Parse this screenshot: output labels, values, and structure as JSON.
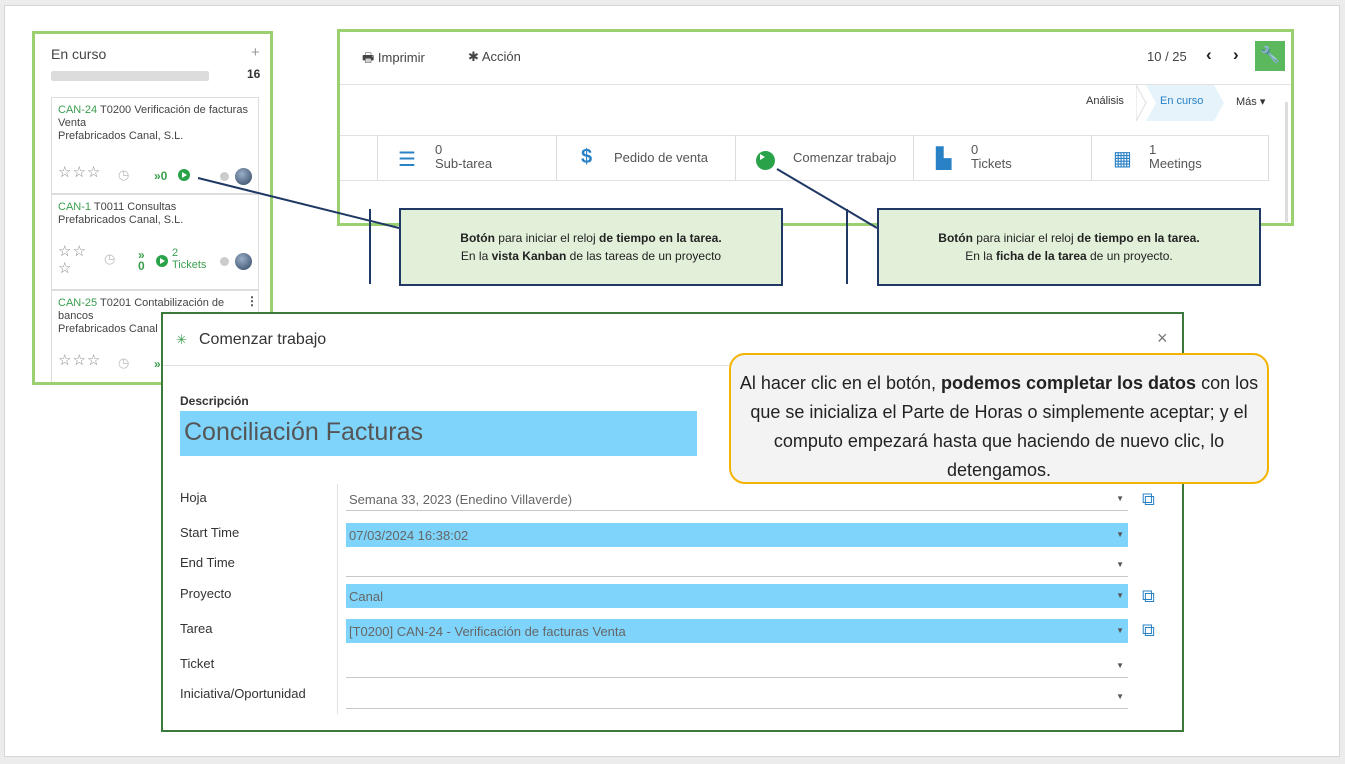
{
  "kanban": {
    "column_title": "En curso",
    "add_label": "+",
    "count": "16",
    "cards": [
      {
        "ref": "CAN-24",
        "title": "T0200 Verificación de facturas Venta",
        "company": "Prefabricados Canal, S.L.",
        "timer": "»0"
      },
      {
        "ref": "CAN-1",
        "title": "T0011 Consultas",
        "company": "Prefabricados Canal, S.L.",
        "timer": "»",
        "timer_count": "0",
        "tickets_count": "2",
        "tickets_label": "Tickets"
      },
      {
        "ref": "CAN-25",
        "title": "T0201 Contabilización de bancos",
        "company": "Prefabricados Canal",
        "timer": "»"
      }
    ]
  },
  "form_view": {
    "print_label": "Imprimir",
    "action_label": "Acción",
    "pager": "10 / 25",
    "stages": [
      "Análisis",
      "En curso",
      "Más"
    ],
    "smart_buttons": [
      {
        "count": "0",
        "label": "Sub-tarea",
        "icon": "list-icon"
      },
      {
        "count": "",
        "label": "Pedido de venta",
        "icon": "dollar-icon"
      },
      {
        "count": "",
        "label": "Comenzar trabajo",
        "icon": "play-icon"
      },
      {
        "count": "0",
        "label": "Tickets",
        "icon": "file-icon"
      },
      {
        "count": "1",
        "label": "Meetings",
        "icon": "calendar-icon"
      }
    ]
  },
  "notes": {
    "left": {
      "b1": "Botón",
      "t1": " para iniciar el reloj ",
      "b2": " de tiempo en la tarea.",
      "t2": "En la ",
      "b3": "vista Kanban",
      "t3": " de las tareas de un proyecto"
    },
    "right": {
      "b1": "Botón",
      "t1": " para iniciar el reloj ",
      "b2": " de tiempo en la tarea.",
      "t2": "En la ",
      "b3": "ficha de la tarea",
      "t3": " de un proyecto."
    }
  },
  "dialog": {
    "title": "Comenzar trabajo",
    "close": "×",
    "description_label": "Descripción",
    "description_value": "Conciliación Facturas",
    "fields": [
      {
        "label": "Hoja",
        "value": "Semana 33, 2023 (Enedino Villaverde)"
      },
      {
        "label": "Start Time",
        "value": "07/03/2024 16:38:02"
      },
      {
        "label": "End Time",
        "value": ""
      },
      {
        "label": "Proyecto",
        "value": "Canal"
      },
      {
        "label": "Tarea",
        "value": "[T0200] CAN-24 - Verificación de facturas Venta"
      },
      {
        "label": "Ticket",
        "value": ""
      },
      {
        "label": "Iniciativa/Oportunidad",
        "value": ""
      }
    ]
  },
  "bubble": {
    "p1": "Al hacer clic en el botón, ",
    "b1": "podemos completar los datos",
    "p2": " con los que se inicializa el Parte de Horas o simplemente aceptar; y el computo empezará hasta que haciendo de nuevo clic, lo detengamos."
  },
  "colors": {
    "accent_green": "#9bd071",
    "highlight_blue": "#7ed4fb",
    "note_bg": "#e2efd9",
    "bubble_border": "#f2b400"
  }
}
